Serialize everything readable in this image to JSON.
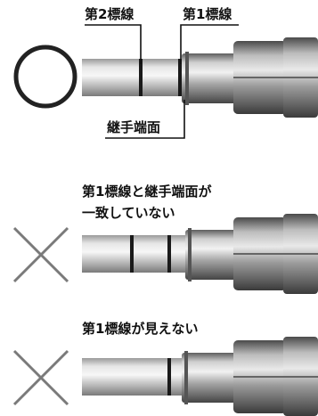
{
  "panels": [
    {
      "verdict": "correct",
      "verdict_symbol": "circle",
      "labels": {
        "second_mark": "第2標線",
        "first_mark": "第1標線",
        "fitting_face": "継手端面"
      }
    },
    {
      "verdict": "incorrect",
      "verdict_symbol": "cross",
      "caption_line1": "第1標線と継手端面が",
      "caption_line2": "一致していない"
    },
    {
      "verdict": "incorrect",
      "verdict_symbol": "cross",
      "caption_line1": "第1標線が見えない"
    }
  ],
  "colors": {
    "ink": "#111111",
    "symbol": "#7a7a7a",
    "pipe": "#b8b8b8",
    "fitting": "#a8a8a8"
  }
}
